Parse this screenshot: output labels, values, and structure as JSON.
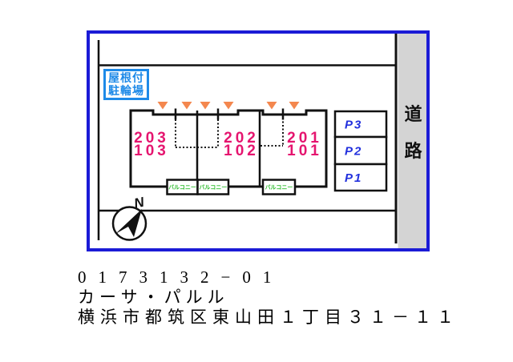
{
  "colors": {
    "frame_blue": "#1b1bd6",
    "bicycle_blue": "#1e8ae8",
    "unit_pink": "#e5156f",
    "entry_arrow_orange": "#f4874e",
    "balcony_green": "#2ebc2e",
    "parking_blue": "#2230dd",
    "road_gray": "#d4d4d4",
    "line_black": "#111111"
  },
  "plan": {
    "road": {
      "char1": "道",
      "char2": "路"
    },
    "bicycle_parking": {
      "line1": "屋根付",
      "line2": "駐輪場"
    },
    "units": [
      {
        "upper": "203",
        "lower": "103"
      },
      {
        "upper": "202",
        "lower": "102"
      },
      {
        "upper": "201",
        "lower": "101"
      }
    ],
    "balconies": [
      "バルコニー",
      "バルコニー",
      "バルコニー"
    ],
    "parking_spaces": [
      "P3",
      "P2",
      "P1"
    ],
    "compass_label": "N"
  },
  "caption": {
    "property_code": "0173132−01",
    "property_name": "カーサ・パルル",
    "address": "横浜市都筑区東山田１丁目３１－１１"
  }
}
